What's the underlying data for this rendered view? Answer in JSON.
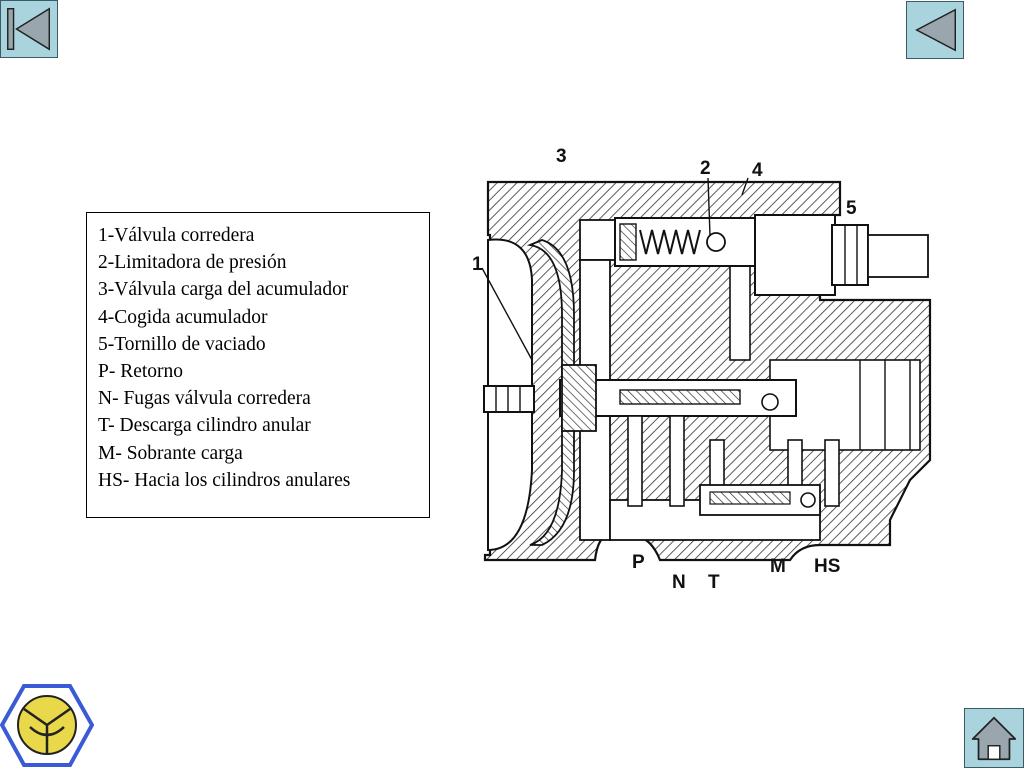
{
  "legend": [
    "1-Válvula corredera",
    "2-Limitadora de presión",
    "3-Válvula carga del acumulador",
    "4-Cogida acumulador",
    "5-Tornillo de vaciado",
    "P- Retorno",
    "N- Fugas válvula corredera",
    "T- Descarga cilindro anular",
    "M- Sobrante carga",
    "HS- Hacia los cilindros anulares"
  ],
  "diagram": {
    "labels": {
      "l1": "1",
      "l2": "2",
      "l3": "3",
      "l4": "4",
      "l5": "5",
      "p": "P",
      "n": "N",
      "t": "T",
      "m": "M",
      "hs": "HS"
    }
  },
  "colors": {
    "nav_button_fill": "#a9d3dd",
    "logo_fill": "#e8d84a",
    "logo_border": "#3b5bd6"
  },
  "icons": {
    "first": "first-page-icon",
    "prev": "previous-page-icon",
    "home": "home-icon",
    "logo": "logo-icon"
  }
}
